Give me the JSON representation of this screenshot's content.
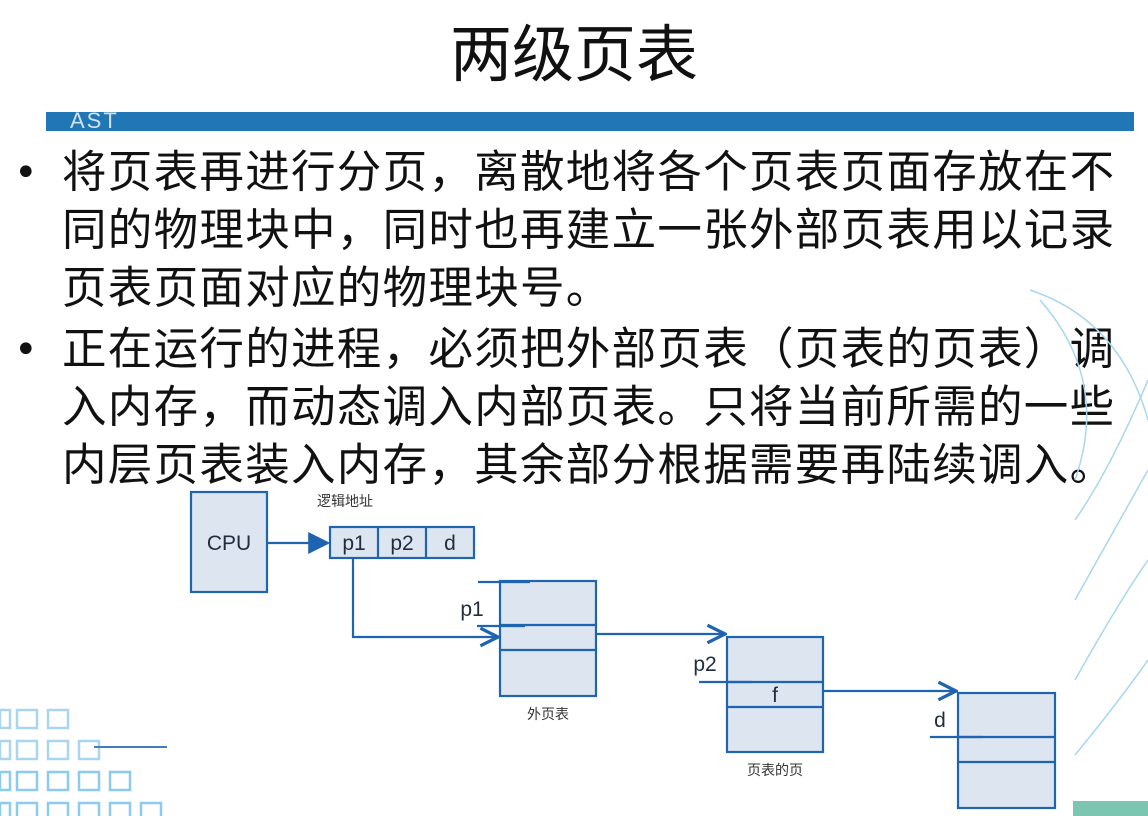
{
  "title": "两级页表",
  "banner_logo": "AST",
  "bullets": [
    {
      "lines": [
        "将页表再进行分页，离散地将各个页表页面存放在不",
        "同的物理块中，同时也再建立一张外部页表用以记录",
        "页表页面对应的物理块号。"
      ]
    },
    {
      "lines": [
        "正在运行的进程，必须把外部页表（页表的页表）调",
        "入内存，而动态调入内部页表。只将当前所需的一些",
        "内层页表装入内存，其余部分根据需要再陆续调入。"
      ]
    }
  ],
  "diagram": {
    "cpu_label": "CPU",
    "logical_address_label": "逻辑地址",
    "address_fields": [
      "p1",
      "p2",
      "d"
    ],
    "outer_table_index": "p1",
    "outer_table_caption": "外页表",
    "page_table_index": "p2",
    "page_table_entry": "f",
    "page_table_caption": "页表的页",
    "offset_label": "d"
  },
  "colors": {
    "band": "#2176b5",
    "box_fill": "#dde5f0",
    "box_stroke": "#1f64b0"
  }
}
